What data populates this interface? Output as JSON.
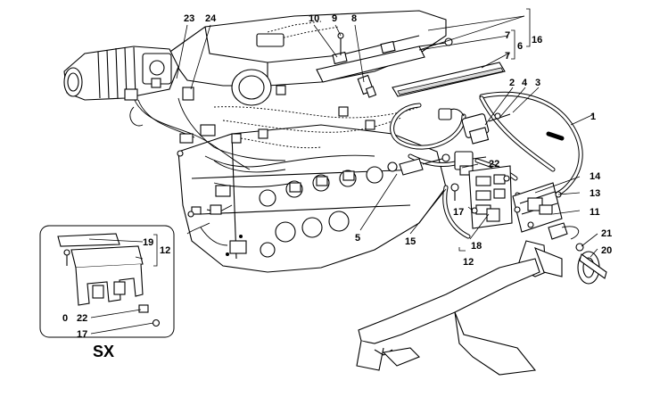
{
  "callouts": {
    "c1": "1",
    "c2": "2",
    "c3": "3",
    "c4": "4",
    "c5": "5",
    "c6": "6",
    "c7a": "7",
    "c7b": "7",
    "c8": "8",
    "c9": "9",
    "c10": "10",
    "c11": "11",
    "c12a": "12",
    "c12b": "12",
    "c13": "13",
    "c14": "14",
    "c15": "15",
    "c16": "16",
    "c17a": "17",
    "c17b": "17",
    "c18": "18",
    "c19": "19",
    "c20": "20",
    "c21": "21",
    "c22a": "22",
    "c22b": "22",
    "c23": "23",
    "c24": "24",
    "c0": "0"
  },
  "inset": {
    "label": "SX"
  }
}
